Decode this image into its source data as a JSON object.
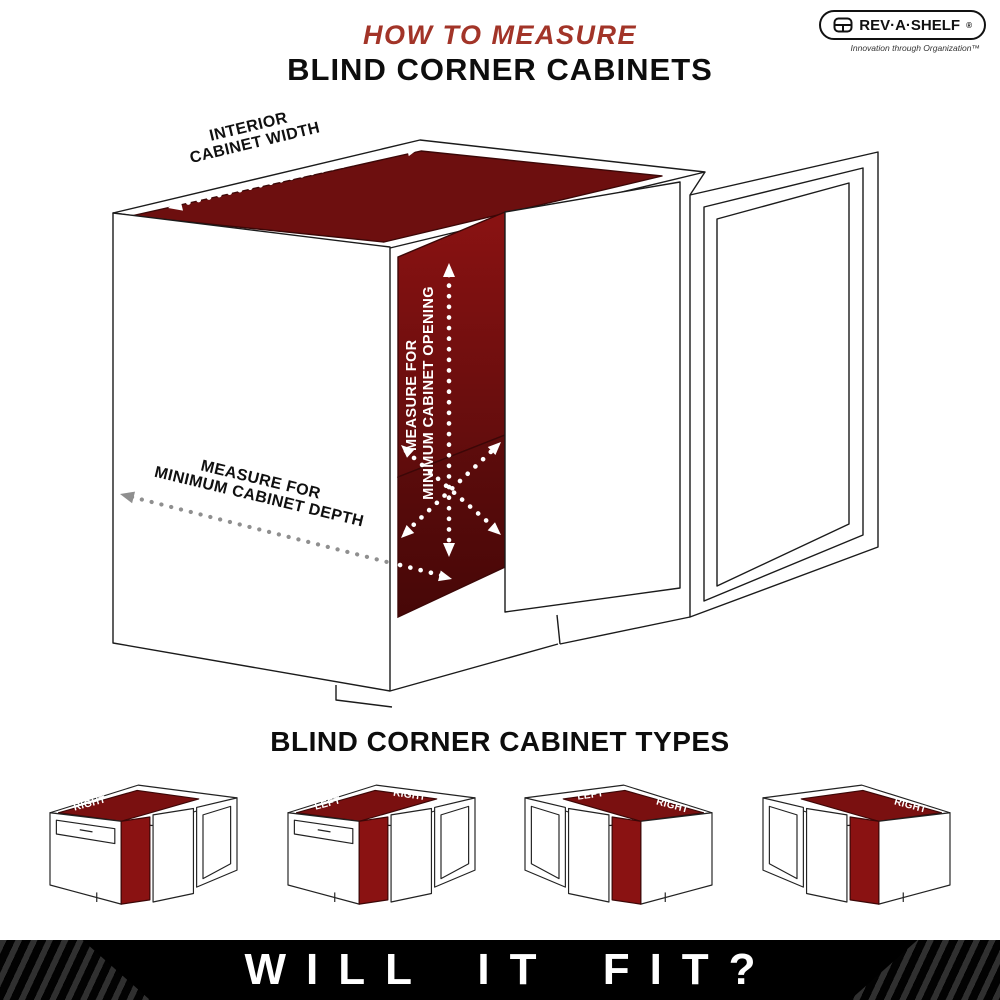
{
  "colors": {
    "brand_red": "#A23428",
    "cabinet_maroon": "#6d0f0f",
    "banner_black": "#000000"
  },
  "header": {
    "title_line1": "HOW TO MEASURE",
    "title_line2": "BLIND CORNER CABINETS",
    "logo": {
      "name": "REV·A·SHELF",
      "registered": "®",
      "tagline": "Innovation through Organization™",
      "icon": "shelf-organizer-icon"
    }
  },
  "diagram": {
    "labels": {
      "width_line1": "INTERIOR",
      "width_line2": "CABINET WIDTH",
      "opening_line1": "MEASURE FOR",
      "opening_line2": "MINIMUM CABINET OPENING",
      "depth_line1": "MEASURE FOR",
      "depth_line2": "MINIMUM CABINET DEPTH"
    }
  },
  "types_section": {
    "title": "BLIND CORNER CABINET TYPES",
    "thumbnails": [
      {
        "left_label": "RIGHT",
        "right_label": ""
      },
      {
        "left_label": "LEFT",
        "right_label": "RIGHT"
      },
      {
        "left_label": "LEFT",
        "right_label": "RIGHT"
      },
      {
        "left_label": "",
        "right_label": "RIGHT"
      }
    ]
  },
  "banner": {
    "text": "WILL IT FIT?"
  }
}
